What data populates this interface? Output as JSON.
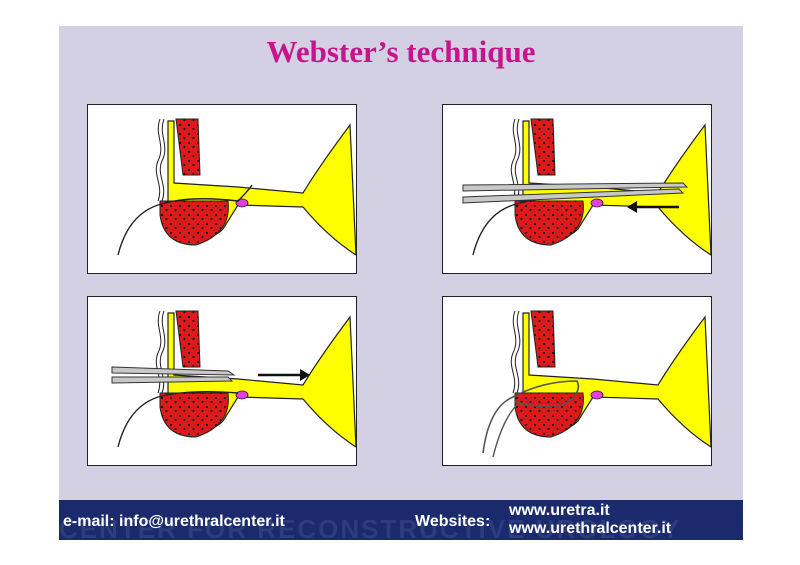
{
  "slide": {
    "title": "Webster’s technique"
  },
  "panels": [
    {
      "step": 1,
      "instruments": "none"
    },
    {
      "step": 2,
      "instruments": "forceps-with-arrow-left"
    },
    {
      "step": 3,
      "instruments": "forceps-with-arrow-right"
    },
    {
      "step": 4,
      "instruments": "suture-loop"
    }
  ],
  "footer": {
    "email": "e-mail: info@urethralcenter.it",
    "websites_label": "Websites:",
    "site1": "www.uretra.it",
    "site2": "www.urethralcenter.it",
    "watermark": "CENTER FOR RECONSTRUCTIVE UROLOGY"
  },
  "colors": {
    "title": "#c8148c",
    "slide_bg": "#d2d0e2",
    "footer_bg": "#1a2a6c",
    "urethra": "#ffff00",
    "tissue": "#dd1a1a",
    "verumontanum": "#e040e0"
  }
}
